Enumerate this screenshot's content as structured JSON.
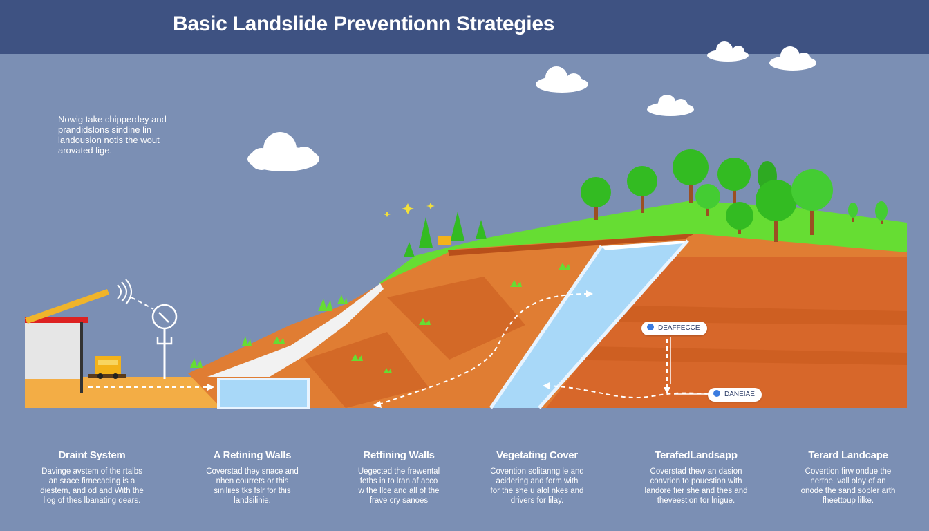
{
  "title": "Basic Landslide Preventionn Strategies",
  "intro_text": "Nowig take chipperdey and\nprandidslons sindine lin\nlandousion notis the wout\narovated lige.",
  "callouts": [
    {
      "label": "DEAFFECCE"
    },
    {
      "label": "DANEIAE"
    }
  ],
  "strategies": [
    {
      "title": "Draint System",
      "desc": "Davinge avstem of the rtalbs\nan srace firnecading is a\ndiestem, and od and With the\nliog of thes lbanating dears."
    },
    {
      "title": "A Retining Walls",
      "desc": "Coverstad they snace and\nnhen courrets or this\nsiniliies tks fslr for this\nlandsilinie."
    },
    {
      "title": "Retfining Walls",
      "desc": "Uegected the frewental\nfeths in to lran af acco\nw the llce and all of the\nfrave cry sanoes"
    },
    {
      "title": "Vegetating Cover",
      "desc": "Covention solitanng le and\nacidering and form with\nfor the she u alol nkes and\ndrivers for lilay."
    },
    {
      "title": "TerafedLandsapp",
      "desc": "Coverstad thew an dasion\nconvrion to pouestion with\nlandore fier she and thes and\ntheveestion tor lnigue."
    },
    {
      "title": "Terard Landcape",
      "desc": "Covertion firw ondue the\nnerthe, vall oloy of an\nonode the sand sopler arth\nfheettoup lilke."
    }
  ],
  "colors": {
    "header": "#3e5282",
    "sky": "#7b8fb4",
    "soil_light": "#e07d33",
    "soil_dark": "#c85a1e",
    "grass": "#66dd33",
    "tree": "#33bb22",
    "water": "#a8d8f8"
  }
}
